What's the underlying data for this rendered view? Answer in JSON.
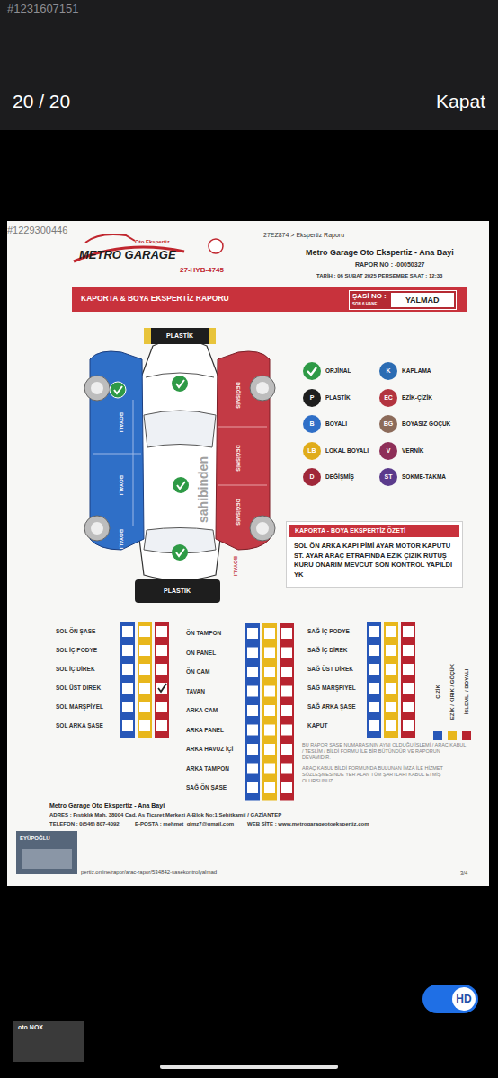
{
  "diagram": {
    "title": "KAPORTA & BOYA EKSPERTİZ RAPORU",
    "nodes": [
      {
        "text": [
          "ŞASİ NO :",
          "SON 6 HANE"
        ]
      },
      {
        "text": [
          "YALMAD"
        ],
        "in": 0
      },
      {
        "text": [
          "KAPORTA - BOYA EKSPERTİZ ÖZETİ",
          "SOL ÖN ARKA KAPI PİMİ AYAR MOTOR KAPUTU ST. AYAR ARAÇ ETRAFINDA EZİK ÇİZİK RUTUŞ KURU ONARIM MEVCUT SON KONTROL YAPILDI YK"
        ]
      },
      {
        "text": [
          "HD"
        ]
      }
    ],
    "labels": [
      "#1231607151",
      "20 / 20",
      "Kapat",
      "#1229300446",
      "27EZ874 > Ekspertiz Raporu",
      "METRO GARAGE",
      "Oto Ekspertiz",
      "27-HYB-4745",
      "Metro Garage Oto Ekspertiz - Ana Bayi",
      "RAPOR NO : -00050327",
      "TARİH : 06 ŞUBAT 2025 PERŞEMBE SAAT : 12:33",
      "PLASTİK",
      "BOYALI",
      "BOYALI",
      "BOYALI",
      "DEĞİŞMİŞ",
      "DEĞİŞMİŞ",
      "DEĞİŞMİŞ",
      "BOYALI",
      "PLASTİK",
      "sahibinden",
      "K",
      "P",
      "EC",
      "B",
      "BG",
      "LB",
      "V",
      "D",
      "ST",
      "SOL ÖN ŞASE",
      "SOL İÇ PODYE",
      "SOL İÇ DİREK",
      "SOL ÜST DİREK",
      "SOL MARŞPİYEL",
      "SOL ARKA ŞASE",
      "ÖN TAMPON",
      "ÖN PANEL",
      "ÖN CAM",
      "TAVAN",
      "ARKA CAM",
      "ARKA PANEL",
      "ARKA HAVUZ İÇİ",
      "ARKA TAMPON",
      "SAĞ ÖN ŞASE",
      "SAĞ İÇ PODYE",
      "SAĞ İÇ DİREK",
      "SAĞ ÜST DİREK",
      "SAĞ MARŞPİYEL",
      "SAĞ ARKA ŞASE",
      "KAPUT",
      "BU RAPOR ŞASE NUMARASININ AYNI OLDUĞU İŞLEMİ / ARAÇ KABUL / TESLİM / BİLDİ FORMU İLE BİR BÜTÜNDÜR VE RAPORUN DEVAMIDIR.",
      "ARAÇ KABUL BİLDİ FORMUNDA BULUNAN İMZA İLE HİZMET SÖZLEŞMESİNDE YER ALAN TÜM ŞARTLARI KABUL ETMİŞ OLURSUNUZ.",
      "Metro Garage Oto Ekspertiz - Ana Bayi",
      "ADRES : Fıstıklık Mah. 38004 Cad. As Ticaret Merkezi A-Blok No:1 Şehitkamil / GAZİANTEP",
      "TELEFON : 0(546) 807-4092",
      "E-POSTA : mehmet_glmz7@gmail.com",
      "WEB SİTE : www.metrogarageotoekspertiz.com",
      "EYÜPOĞLU",
      "pertiz.online/rapor/arac-rapor/534842-sasekontrolyalmad",
      "3/4",
      "oto NOX"
    ],
    "legend": [
      {
        "text": "ORJİNAL",
        "color": "#2e9a46"
      },
      {
        "text": "KAPLAMA",
        "color": "#2b6cb3"
      },
      {
        "text": "PLASTİK",
        "color": "#1e1e1e"
      },
      {
        "text": "EZİK-ÇİZİK",
        "color": "#b3343f"
      },
      {
        "text": "BOYALI",
        "color": "#2f6fc7"
      },
      {
        "text": "BOYASIZ GÖÇÜK",
        "color": "#8c6b5a"
      },
      {
        "text": "LOKAL BOYALI",
        "color": "#e0ac1a"
      },
      {
        "text": "VERNİK",
        "color": "#8e2f58"
      },
      {
        "text": "DEĞİŞMİŞ",
        "color": "#a0283a"
      },
      {
        "text": "SÖKME-TAKMA",
        "color": "#5b3b8c"
      },
      {
        "text": "ÇİZİK",
        "color": "#2757b8"
      },
      {
        "text": "EZİK / KIRIK / GÖÇÜK",
        "color": "#e8b71c"
      },
      {
        "text": "İŞLEMLİ / BOYALI",
        "color": "#b8242f"
      }
    ]
  }
}
